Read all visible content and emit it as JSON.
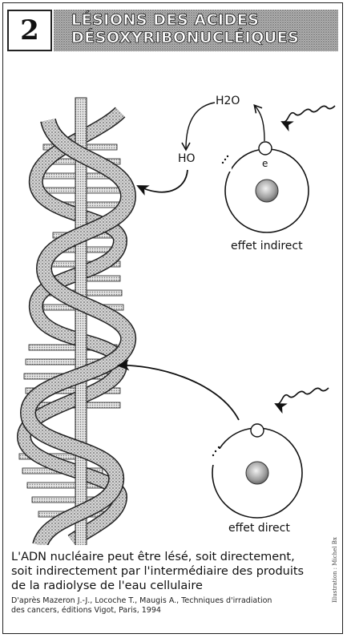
{
  "panel": {
    "number": "2",
    "title_line1": "LÉSIONS DES ACIDES",
    "title_line2": "DÉSOXYRIBONUCLÉIQUES"
  },
  "diagram": {
    "molecule_h2o": "H2O",
    "radical_ho": "HO",
    "electron_label": "e",
    "indirect_label": "effet indirect",
    "direct_label": "effet direct"
  },
  "caption": {
    "line1": "L'ADN nucléaire peut être lésé, soit directement,",
    "line2": "soit indirectement par l'intermédiaire des produits",
    "line3": "de la radiolyse de l'eau cellulaire"
  },
  "source": {
    "line1": "D'après Mazeron J.-J., Locoche T., Maugis A., Techniques d'irradiation",
    "line2": "des cancers, éditions Vigot, Paris, 1994"
  },
  "credit": "Illustration : Michel Bx",
  "colors": {
    "ink": "#111111",
    "stipple": "#9a9a9a",
    "background": "#ffffff"
  }
}
